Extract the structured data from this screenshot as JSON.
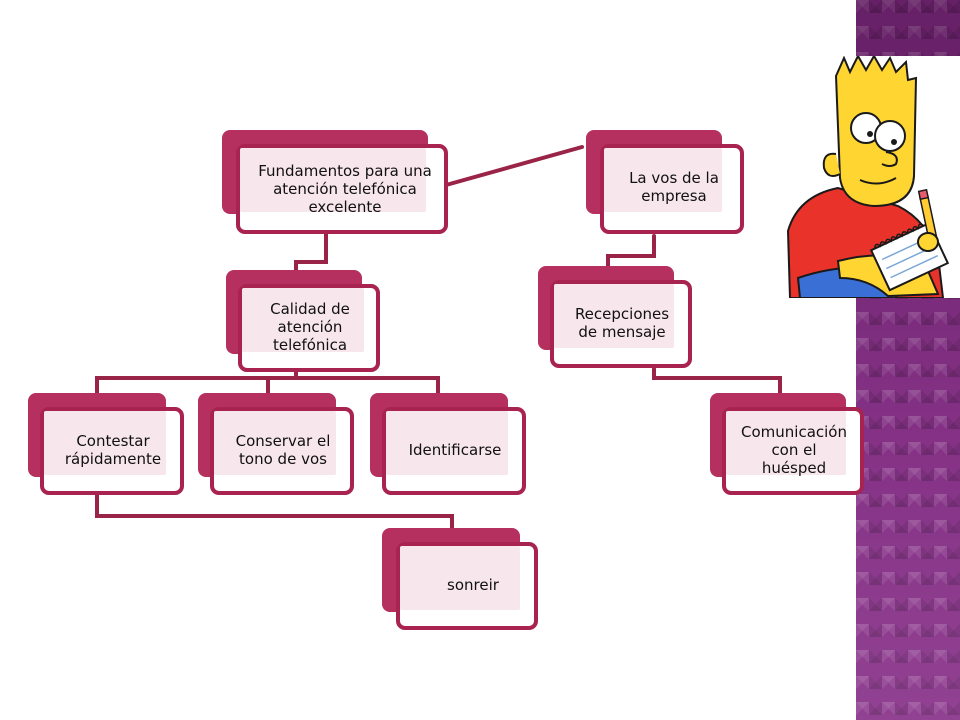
{
  "colors": {
    "node_accent": "#b5305f",
    "node_border": "#a8234f",
    "node_fill": "#f7e6ec",
    "connector": "#9a2448",
    "strip": "#7c2c7d"
  },
  "nodes": {
    "root": "Fundamentos para una\natención telefónica\nexcelente",
    "calidad": "Calidad de\natención\ntelefónica",
    "contestar": "Contestar\nrápidamente",
    "conservar": "Conservar el\ntono de vos",
    "identificarse": "Identificarse",
    "sonreir": "sonreir",
    "vos_empresa": "La vos de la\nempresa",
    "recepciones": "Recepciones\nde mensaje",
    "comunicacion": "Comunicación\ncon el\nhuésped"
  },
  "decoration": {
    "cartoon_icon": "cartoon-boy-writing-icon"
  }
}
